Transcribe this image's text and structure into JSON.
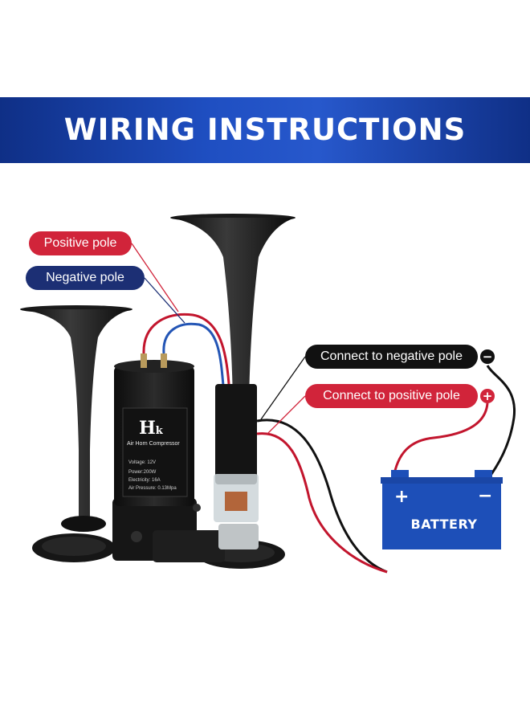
{
  "banner": {
    "title": "WIRING INSTRUCTIONS"
  },
  "labels": {
    "positive_pole": "Positive pole",
    "negative_pole": "Negative pole",
    "connect_negative": "Connect to negative pole",
    "connect_positive": "Connect to positive pole",
    "negative_symbol": "−",
    "positive_symbol": "+"
  },
  "battery": {
    "label": "BATTERY",
    "plus": "+",
    "minus": "−"
  },
  "compressor": {
    "logo_main": "H",
    "logo_sub": "k",
    "name": "Air Horn Compressor",
    "specs": {
      "voltage": "Voltage: 12V",
      "power": "Power:200W",
      "electricity": "Electricity: 16A",
      "air_pressure": "Air Pressure: 0.13Mpa"
    }
  },
  "colors": {
    "banner_blue": "#1f4fc2",
    "positive_red": "#d1243a",
    "negative_navy": "#1c2f74",
    "battery_blue": "#1d4fb8",
    "wire_black": "#111111"
  }
}
